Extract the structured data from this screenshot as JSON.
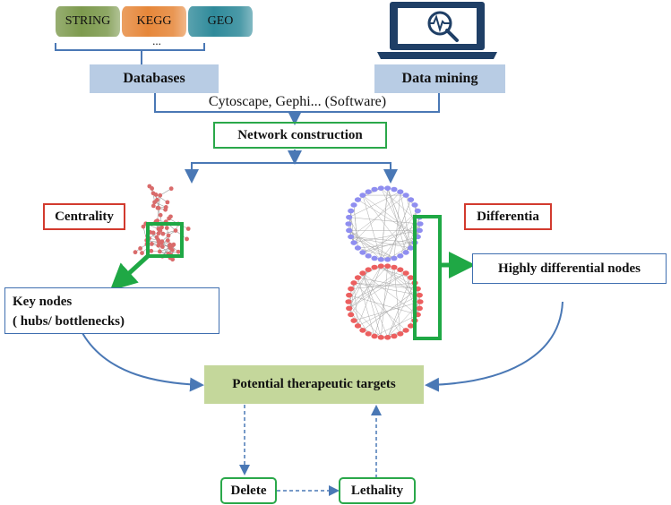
{
  "sources": {
    "databases": [
      {
        "label": "STRING",
        "color": "#7d9a4e"
      },
      {
        "label": "KEGG",
        "color": "#e6873a"
      },
      {
        "label": "GEO",
        "color": "#2f8a9a"
      }
    ],
    "ellipsis": "...",
    "databases_label": "Databases",
    "data_mining_label": "Data mining"
  },
  "software_text": "Cytoscape, Gephi...  (Software)",
  "network_construction": "Network construction",
  "left_branch": {
    "method": "Centrality",
    "result_line1": "Key nodes",
    "result_line2": "( hubs/ bottlenecks)"
  },
  "right_branch": {
    "method": "Differentia",
    "result": "Highly differential nodes"
  },
  "targets_label": "Potential therapeutic targets",
  "delete_label": "Delete",
  "lethality_label": "Lethality",
  "colors": {
    "flow_line": "#4a78b5",
    "label_box": "#b8cce4",
    "targets_box": "#c4d79b",
    "green_border": "#2aa84a",
    "red_border": "#d23a2e",
    "blue_border": "#3f6fb0",
    "highlight": "#1fa845",
    "laptop": "#1f3f66",
    "left_network": "#d96b6b",
    "blue_nodes": "#8f8ef0",
    "red_nodes": "#ec5f5f"
  }
}
